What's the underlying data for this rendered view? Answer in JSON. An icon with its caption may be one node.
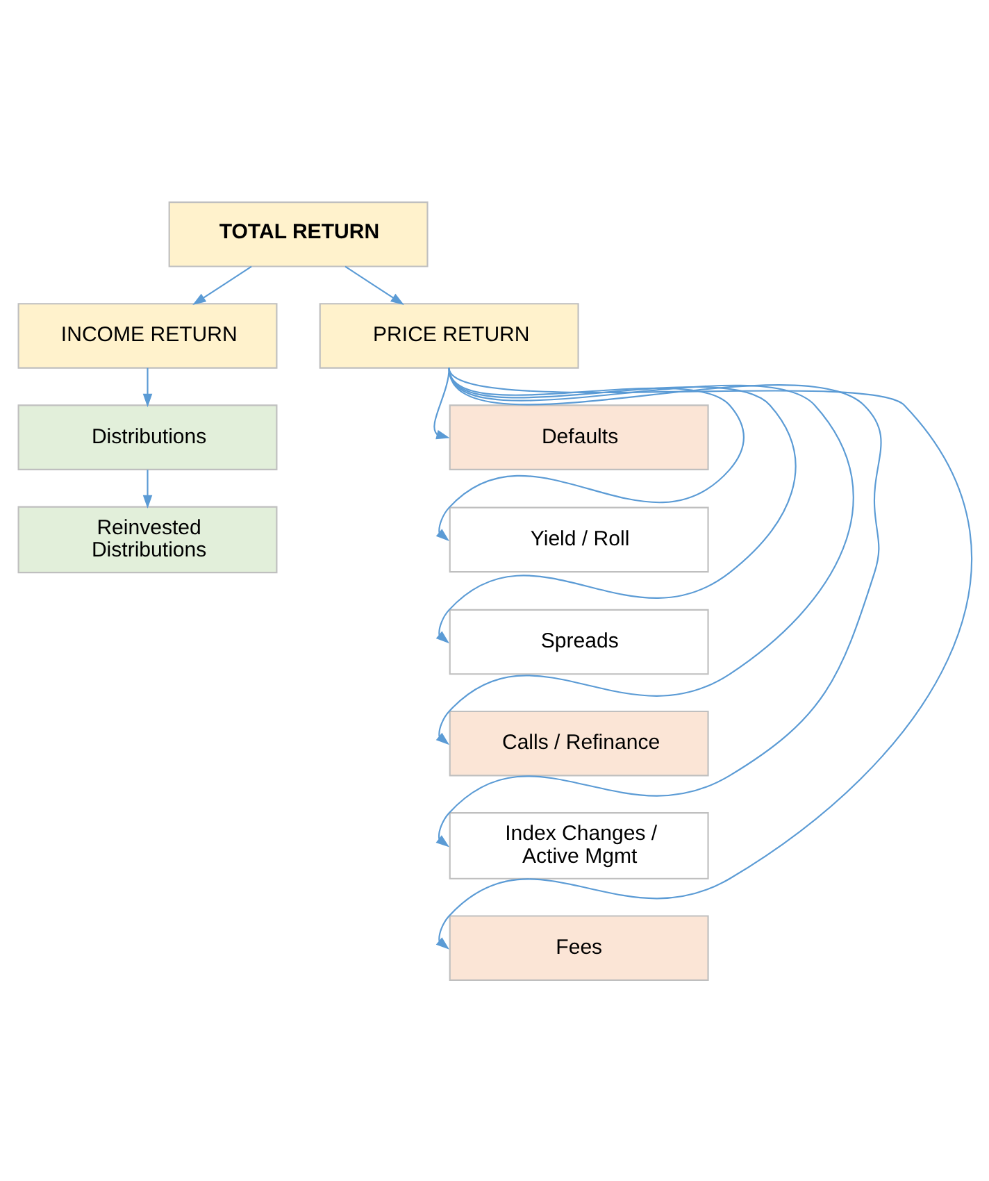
{
  "diagram": {
    "nodes": [
      {
        "text": [
          "TOTAL RETURN"
        ]
      },
      {
        "text": [
          "INCOME RETURN"
        ]
      },
      {
        "text": [
          "PRICE RETURN"
        ]
      },
      {
        "text": [
          "Distributions"
        ]
      },
      {
        "text": [
          "Reinvested Distributions"
        ]
      },
      {
        "text": [
          "Defaults"
        ]
      },
      {
        "text": [
          "Yield / Roll"
        ]
      },
      {
        "text": [
          "Spreads"
        ]
      },
      {
        "text": [
          "Calls / Refinance"
        ]
      },
      {
        "text": [
          "Index Changes / Active Mgmt"
        ]
      },
      {
        "text": [
          "Fees"
        ]
      }
    ],
    "edges": [
      {
        "from": 0,
        "to": 1,
        "arrow": "to"
      },
      {
        "from": 0,
        "to": 2,
        "arrow": "to"
      },
      {
        "from": 1,
        "to": 3,
        "arrow": "to"
      },
      {
        "from": 3,
        "to": 4,
        "arrow": "to"
      },
      {
        "from": 2,
        "to": 5,
        "arrow": "to"
      },
      {
        "from": 2,
        "to": 6,
        "arrow": "to"
      },
      {
        "from": 2,
        "to": 7,
        "arrow": "to"
      },
      {
        "from": 2,
        "to": 8,
        "arrow": "to"
      },
      {
        "from": 2,
        "to": 9,
        "arrow": "to"
      },
      {
        "from": 2,
        "to": 10,
        "arrow": "to"
      }
    ]
  }
}
